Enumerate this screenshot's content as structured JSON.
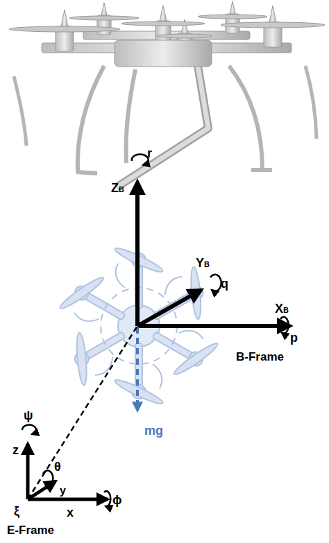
{
  "diagram": {
    "labels": [
      "r",
      "ZB",
      "YB",
      "q",
      "XB",
      "p",
      "B-Frame",
      "mg",
      "ψ",
      "z",
      "θ",
      "y",
      "ξ",
      "x",
      "ϕ",
      "E-Frame"
    ]
  }
}
